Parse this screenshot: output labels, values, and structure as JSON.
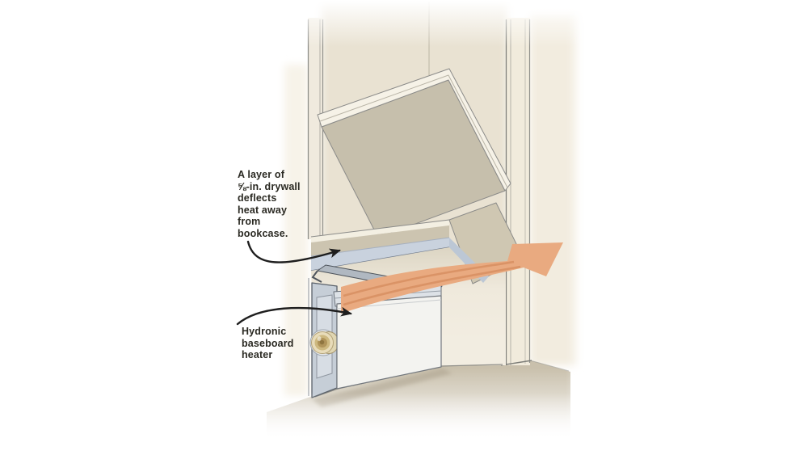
{
  "figure": {
    "description": "Cutaway illustration: hydronic baseboard heater recessed under a bookcase; a drywall layer under the bookcase bottom deflects rising heat out into the room (orange arrow).",
    "callouts": {
      "drywall_note": {
        "text": "A layer of ⅝-in. drywall deflects heat away from bookcase.",
        "lines": [
          "A layer of",
          "⅝-in. drywall",
          "deflects",
          "heat away",
          "from",
          "bookcase."
        ]
      },
      "heater_note": {
        "text": "Hydronic baseboard heater",
        "lines": [
          "Hydronic",
          "baseboard",
          "heater"
        ]
      }
    },
    "colors": {
      "background": "#ffffff",
      "wall_cream": "#f2ecdf",
      "bookcase_interior": "#e9e2d2",
      "shelf_underside_tan": "#c6bfac",
      "shelf_edge_cream": "#f6f2e7",
      "fascia_tan": "#ccc4b0",
      "fascia_highlight": "#f3efe2",
      "drywall_blue_gray": "#c9d2de",
      "box_end_tan": "#cfc7b2",
      "heater_front_panel": "#f3f3f0",
      "heater_louver": "#dde2e7",
      "heater_damper": "#b0b8c1",
      "heater_end_cap": "#c6ced7",
      "brass_fitting": "#cdb87f",
      "heat_arrow_orange": "#e9aa80",
      "heat_arrow_stripe": "#d89063",
      "floor_tan": "#c9c0ac",
      "outline_gray": "#8b8b89",
      "ink_black": "#1e1e1e"
    }
  }
}
